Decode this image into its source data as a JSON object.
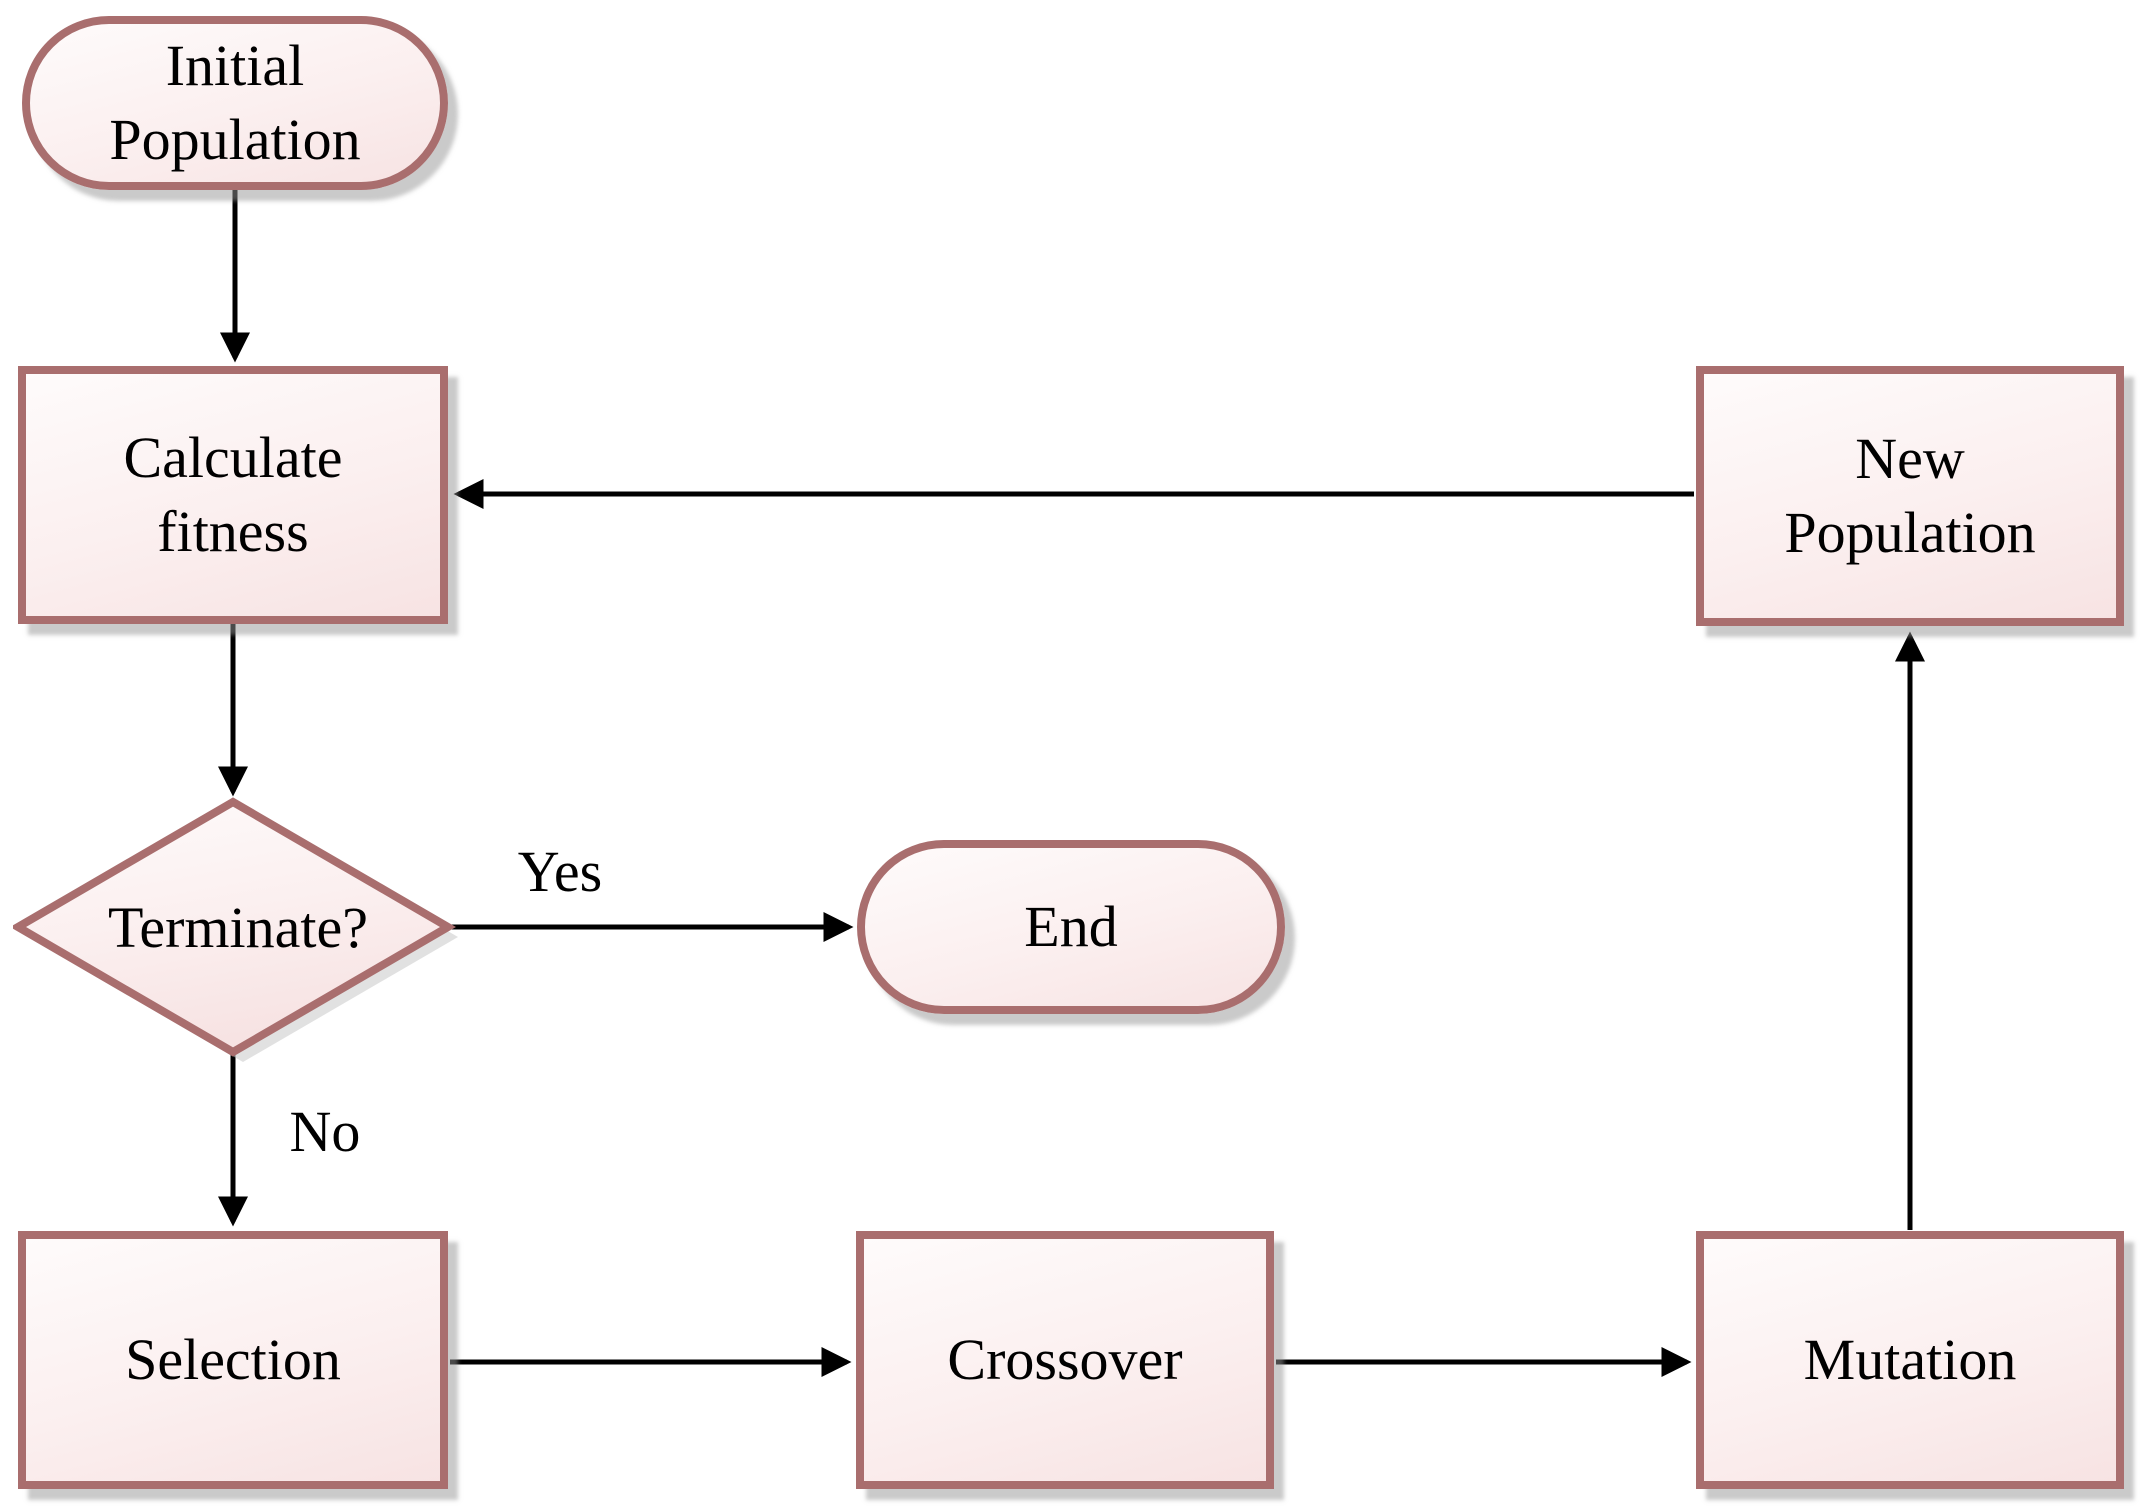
{
  "nodes": {
    "initial_population": {
      "label": "Initial\nPopulation"
    },
    "calculate_fitness": {
      "label": "Calculate\nfitness"
    },
    "terminate": {
      "label": "Terminate?"
    },
    "end": {
      "label": "End"
    },
    "selection": {
      "label": "Selection"
    },
    "crossover": {
      "label": "Crossover"
    },
    "mutation": {
      "label": "Mutation"
    },
    "new_population": {
      "label": "New\nPopulation"
    }
  },
  "edge_labels": {
    "yes": "Yes",
    "no": "No"
  },
  "colors": {
    "shape_border": "#a96e6e",
    "shape_fill_light": "#fefbfb",
    "shape_fill_dark": "#f7e3e3",
    "arrow": "#000000",
    "shadow": "#c9c9c9",
    "background": "#ffffff"
  }
}
